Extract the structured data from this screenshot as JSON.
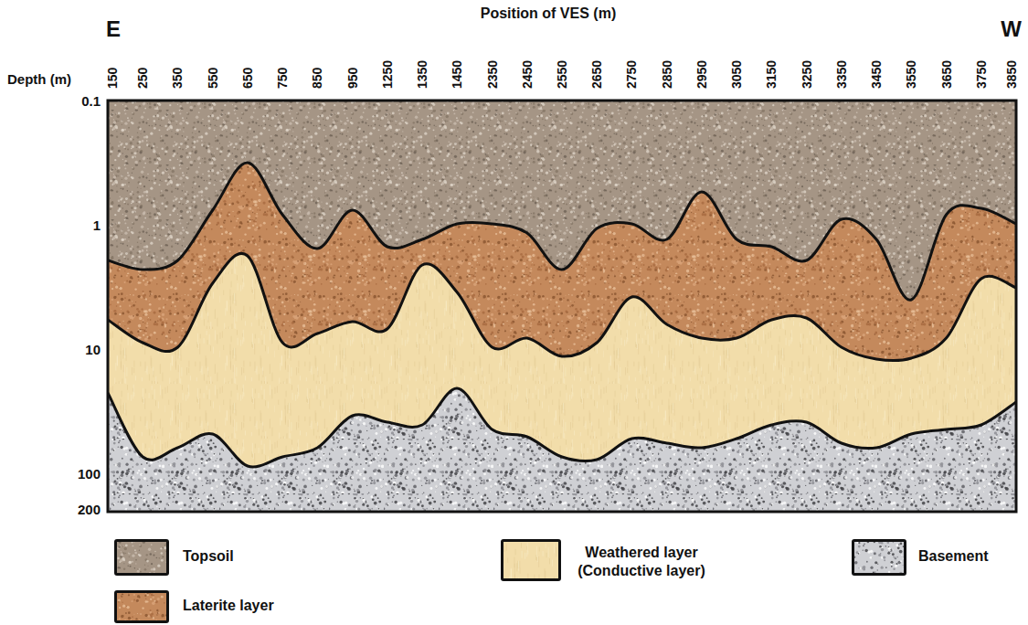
{
  "diagram": {
    "labels": [
      "Position of VES (m)",
      "E",
      "W",
      "Depth (m)",
      "150",
      "250",
      "350",
      "550",
      "650",
      "750",
      "850",
      "950",
      "1250",
      "1350",
      "1450",
      "2350",
      "2450",
      "2550",
      "2650",
      "2750",
      "2850",
      "2950",
      "3050",
      "3150",
      "3250",
      "3350",
      "3450",
      "3550",
      "3650",
      "3750",
      "3850",
      "0.1",
      "1",
      "10",
      "100",
      "200"
    ],
    "legend": [
      {
        "text": "Topsoil",
        "color": "#a59585"
      },
      {
        "text": "Laterite layer",
        "color": "#c4895c"
      },
      {
        "text": "Weathered layer (Conductive layer)",
        "color": "#f2ddaa"
      },
      {
        "text": "Basement",
        "color": "#cfd0d4"
      }
    ]
  }
}
